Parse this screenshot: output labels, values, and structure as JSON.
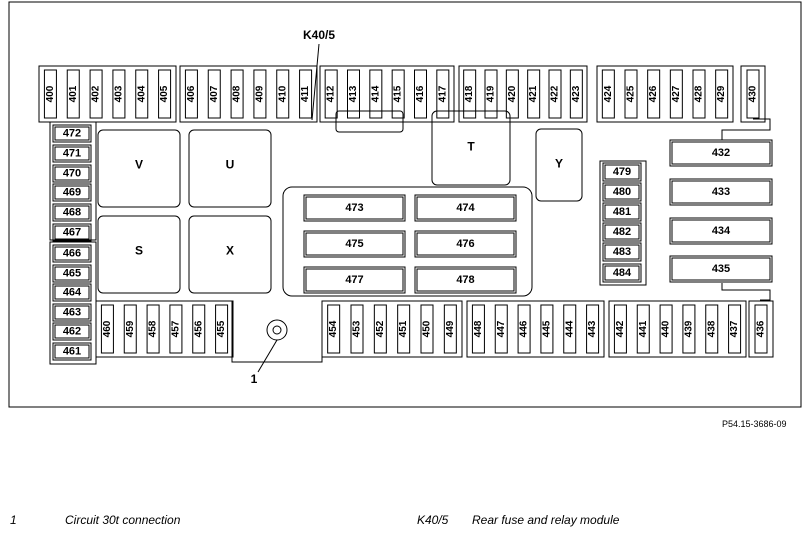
{
  "diagram": {
    "module_label": "K40/5",
    "callout_label": "1",
    "top_row_fuses": [
      "400",
      "401",
      "402",
      "403",
      "404",
      "405",
      "406",
      "407",
      "408",
      "409",
      "410",
      "411",
      "412",
      "413",
      "414",
      "415",
      "416",
      "417",
      "418",
      "419",
      "420",
      "421",
      "422",
      "423",
      "424",
      "425",
      "426",
      "427",
      "428",
      "429"
    ],
    "bottom_row_fuses": [
      "460",
      "459",
      "458",
      "457",
      "456",
      "455",
      "454",
      "453",
      "452",
      "451",
      "450",
      "449",
      "448",
      "447",
      "446",
      "445",
      "444",
      "443",
      "442",
      "441",
      "440",
      "439",
      "438",
      "437"
    ],
    "left_column_fuses": [
      "472",
      "471",
      "470",
      "469",
      "468",
      "467",
      "466",
      "465",
      "464",
      "463",
      "462",
      "461"
    ],
    "center_column_fuses": [
      "479",
      "480",
      "481",
      "482",
      "483",
      "484"
    ],
    "right_large_fuses": [
      "432",
      "433",
      "434",
      "435"
    ],
    "right_end_top": "430",
    "right_end_bottom": "436",
    "center_fuses": [
      "473",
      "474",
      "475",
      "476",
      "477",
      "478"
    ],
    "relays": [
      "V",
      "U",
      "S",
      "X",
      "T",
      "Y"
    ]
  },
  "figure_ref": "P54.15-3686-09",
  "legend": [
    {
      "key": "1",
      "desc": "Circuit 30t connection"
    },
    {
      "key": "K40/5",
      "desc": "Rear fuse and relay module"
    }
  ]
}
